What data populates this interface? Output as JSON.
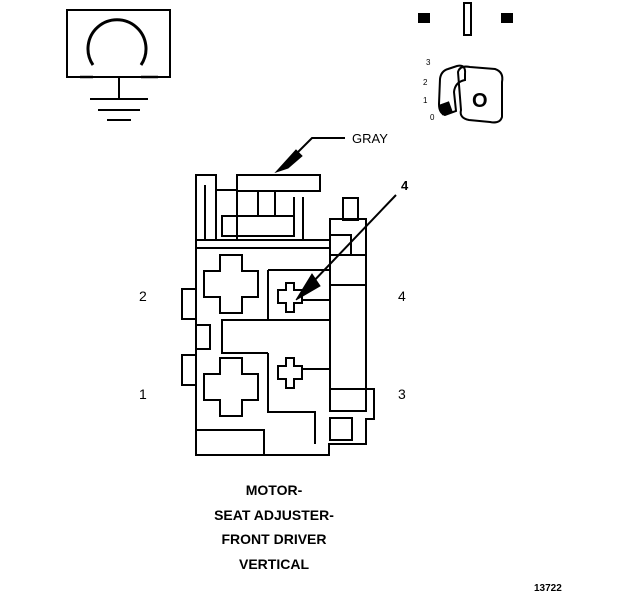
{
  "connector_color_label": "GRAY",
  "pointer_callout": "4",
  "cavity_labels": {
    "pin_2": "2",
    "pin_1": "1",
    "pin_4": "4",
    "pin_3": "3"
  },
  "caption_lines": [
    "MOTOR-",
    "SEAT ADJUSTER-",
    "FRONT DRIVER",
    "VERTICAL"
  ],
  "figure_number": "13722",
  "key_positions": [
    "3",
    "2",
    "1",
    "0"
  ],
  "key_glyph": "O"
}
